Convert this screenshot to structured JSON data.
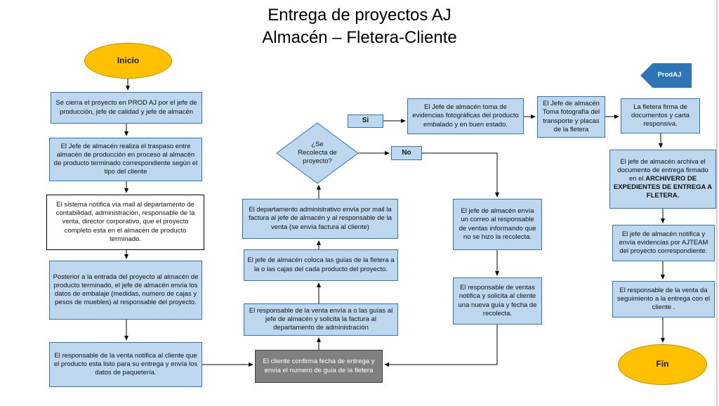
{
  "title": {
    "line1": "Entrega de proyectos AJ",
    "line2": "Almacén – Fletera-Cliente"
  },
  "terminators": {
    "start": "Inicio",
    "end": "Fin"
  },
  "tag": {
    "label": "ProdAJ"
  },
  "decision": {
    "label": "¿Se Recolecta de proyecto?",
    "yes": "Si",
    "no": "No"
  },
  "nodes": {
    "close_project": "Se cierra el proyecto en PROD AJ por el jefe de producción, jefe de calidad y jefe de almacén",
    "transfer": "El Jefe de almacén realiza el traspaso entre almacén de producción en proceso al almacén de producto terminado correspondiente según el tipo del cliente",
    "system_mail": "El sistema notifica vía mail al departamento de contabilidad, administración, responsable de la venta, director corporativo, que el proyecto completo esta en el almacén de producto terminado.",
    "packing_data": "Posterior a la entrada del proyecto al almacén de producto terminado,  el jefe de almacén envía  los datos de embalaje (medidas, numero de cajas y pesos de muebles) al responsable del proyecto.",
    "notify_client": "El responsable de la venta notifica al cliente que el producto esta listo para su entrega y envía los datos de paquetería.",
    "client_confirms": "El cliente confirma fecha de entrega y envía el numero de guía de la fletera",
    "send_guides": "El responsable de la venta envía a o las guías al jefe de almacén y solicita la factura al departamento de administración",
    "attach_guides": "El jefe de almacén coloca las guías de la fletera a la o las cajas del cada producto del proyecto.",
    "admin_invoice": "El departamento administrativo envía por mail la factura  al jefe de almacén y al responsable de la venta (se envía factura al cliente)",
    "photo_evidence": "El Jefe de almacén toma de evidencias fotográficas del producto embalado y en buen estado.",
    "transport_photo": "El Jefe de almacén Toma fotografía del transporte  y placas de la fletera",
    "carrier_signs": "La fletera firma de documentos y carta responsiva.",
    "no_pickup_email": "El jefe de almacén envía un correo al responsable de ventas informando que no se hizo la recolecta.",
    "new_guide": "El responsable de ventas notifica y solicita al cliente una nueva guía y fecha de recolecta.",
    "archive_normal": "El jefe de almacén archiva el documento de entrega firmado en el ",
    "archive_bold": "ARCHIVERO DE EXPEDIENTES DE ENTREGA A FLETERA.",
    "ajteam": "El jefe de almacén notifica y envía evidencias por AJTEAM del proyecto correspondiente.",
    "followup": "El responsable de la venta da seguimiento a la entrega con el cliente ."
  },
  "colors": {
    "process_fill": "#BDD7EE",
    "process_border": "#2E75B6",
    "terminator_fill": "#FFC000",
    "terminator_border": "#BF9000",
    "gray_fill": "#808080",
    "gray_border": "#404040",
    "tag_fill": "#2E75B6",
    "connector": "#000000"
  }
}
